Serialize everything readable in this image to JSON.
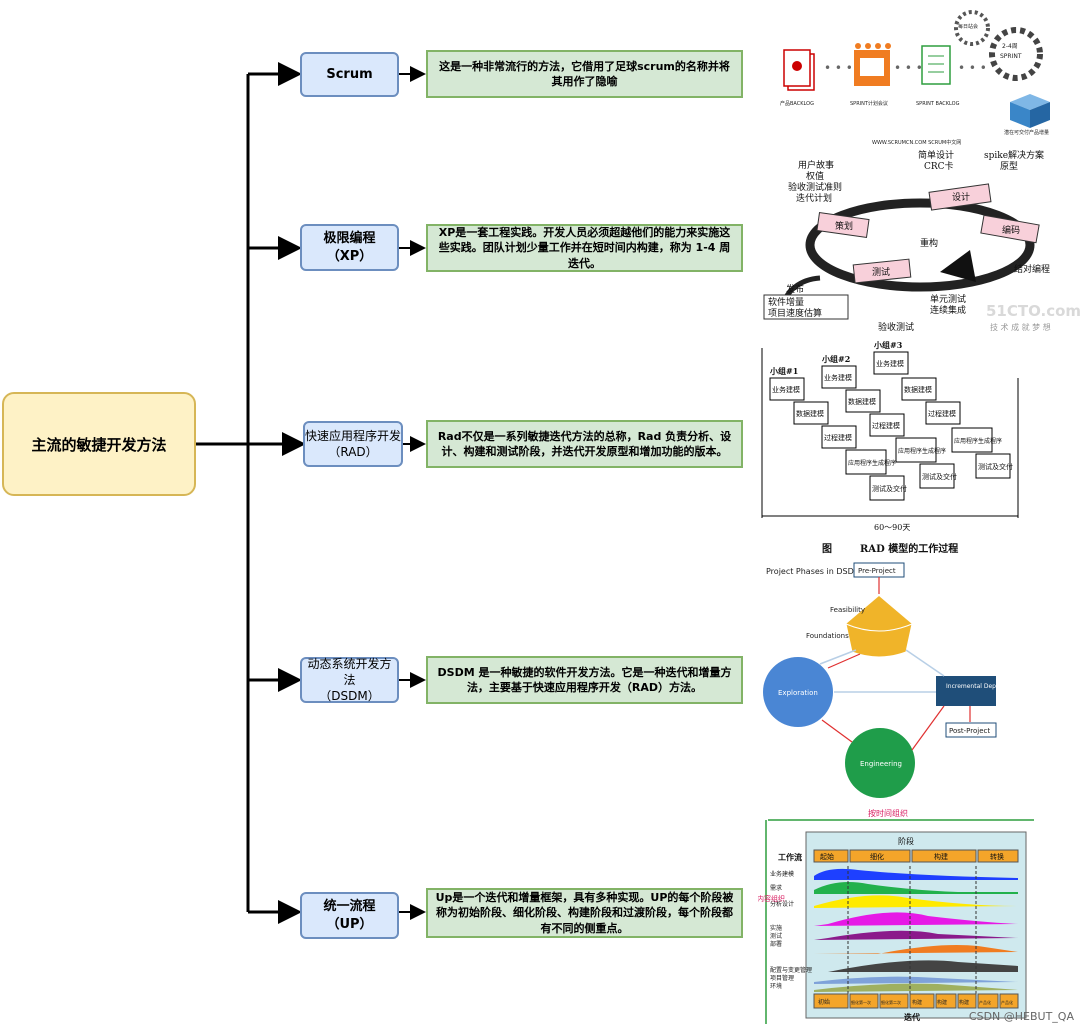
{
  "root": {
    "label": "主流的敏捷开发方法"
  },
  "methods": [
    {
      "label": "Scrum",
      "description": "这是一种非常流行的方法，它借用了足球scrum的名称并将其用作了隐喻"
    },
    {
      "label": "极限编程\n（XP）",
      "description": "XP是一套工程实践。开发人员必须超越他们的能力来实施这些实践。团队计划少量工作并在短时间内构建，称为 1-4 周迭代。"
    },
    {
      "label": "快速应用程序开发\n（RAD）",
      "description": "Rad不仅是一系列敏捷迭代方法的总称，Rad 负责分析、设计、构建和测试阶段，并迭代开发原型和增加功能的版本。"
    },
    {
      "label": "动态系统开发方法\n（DSDM）",
      "description": "DSDM 是一种敏捷的软件开发方法。它是一种迭代和增量方法，主要基于快速应用程序开发（RAD）方法。"
    },
    {
      "label": "统一流程\n（UP）",
      "description": "Up是一个迭代和增量框架，具有多种实现。UP的每个阶段被称为初始阶段、细化阶段、构建阶段和过渡阶段，每个阶段都有不同的侧重点。"
    }
  ],
  "scrum_figure": {
    "items": [
      "产品BACKLOG",
      "SPRINT计划会议",
      "SPRINT BACKLOG",
      "每日站会",
      "2-4周",
      "SPRINT",
      "潜在可交付产品增量"
    ],
    "url": "WWW.SCRUMCN.COM SCRUM中文网"
  },
  "xp_figure": {
    "boxes": [
      "策划",
      "设计",
      "编码",
      "测试"
    ],
    "labels": [
      "用户故事",
      "权值",
      "验收测试准则",
      "迭代计划",
      "简单设计",
      "CRC卡",
      "spike解决方案",
      "原型",
      "重构",
      "结对编程",
      "单元测试",
      "连续集成",
      "验收测试",
      "发布",
      "软件增量",
      "项目速度估算"
    ],
    "logo": "51CTO.com",
    "logo_sub": "技 术 成 就 梦 想"
  },
  "rad_figure": {
    "teams": [
      "小组#1",
      "小组#2",
      "小组#3"
    ],
    "steps": [
      "业务建模",
      "数据建模",
      "过程建模",
      "应用程序生成程序",
      "测试及交付"
    ],
    "duration": "60～90天",
    "caption_prefix": "图",
    "caption": "RAD 模型的工作过程"
  },
  "dsdm_figure": {
    "title": "Project Phases in DSDM Atern",
    "pre": "Pre-Project",
    "feasibility": "Feasibility",
    "foundations": "Foundations",
    "exploration": "Exploration",
    "engineering": "Engineering",
    "deployment": "Incremental Deployment",
    "post": "Post-Project",
    "colors": {
      "cone": "#f0b429",
      "exploration": "#4a86d4",
      "engineering": "#1f9d4a",
      "deployment": "#1f4e79"
    }
  },
  "up_figure": {
    "top_label": "按时间组织",
    "left_label": "按内容组织",
    "phase_title": "阶段",
    "workflow_label": "工作流",
    "phases": [
      "起始",
      "细化",
      "构建",
      "转换"
    ],
    "workflows": [
      "业务建模",
      "需求",
      "分析设计",
      "实施",
      "测试",
      "部署",
      "配置与变更管理",
      "项目管理",
      "环境"
    ],
    "iterations": [
      "初始",
      "细化第一次",
      "细化第二次",
      "构建",
      "构建",
      "构建",
      "产品化",
      "产品化"
    ],
    "bottom_label": "迭代"
  },
  "watermark": "CSDN @HEBUT_QA"
}
